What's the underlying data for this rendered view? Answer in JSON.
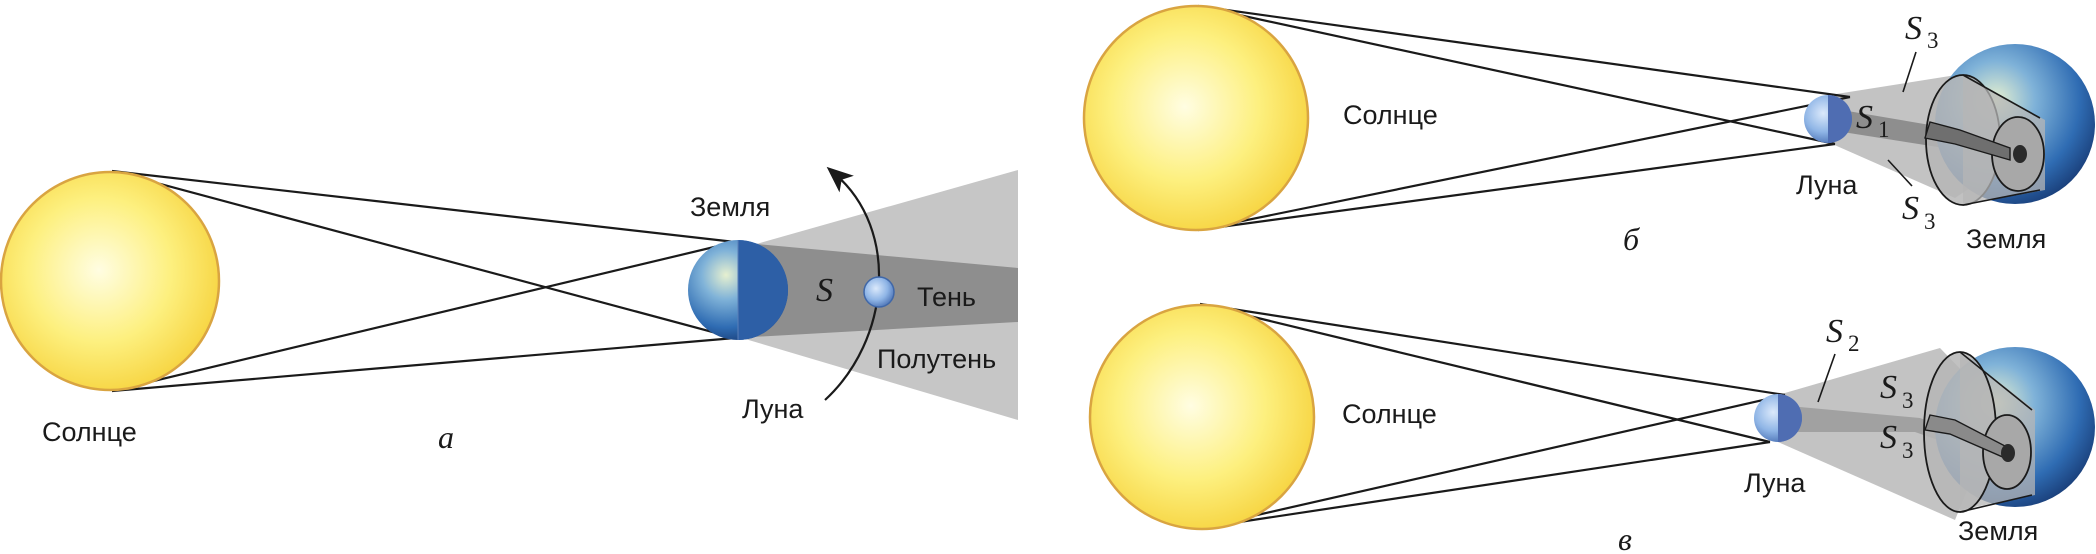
{
  "panel_a": {
    "letter": "а",
    "sun_label": "Солнце",
    "earth_label": "Земля",
    "moon_label": "Луна",
    "umbra_symbol": "S",
    "umbra_label": "Тень",
    "penumbra_label": "Полутень"
  },
  "panel_b": {
    "letter": "б",
    "sun_label": "Солнце",
    "moon_label": "Луна",
    "earth_label": "Земля",
    "umbra_symbol": "S",
    "umbra_index": "1",
    "penumbra_symbol_top": "S",
    "penumbra_index_top": "3",
    "penumbra_symbol_bottom": "S",
    "penumbra_index_bottom": "3"
  },
  "panel_v": {
    "letter": "в",
    "sun_label": "Солнце",
    "moon_label": "Луна",
    "earth_label": "Земля",
    "antumbra_symbol": "S",
    "antumbra_index": "2",
    "penumbra_symbol_top": "S",
    "penumbra_index_top": "3",
    "penumbra_symbol_bottom": "S",
    "penumbra_index_bottom": "3"
  },
  "colors": {
    "sun_fill": "#fbe97a",
    "sun_edge": "#d9a441",
    "penumbra": "#c4c4c4",
    "umbra": "#8f8f8f",
    "earth_blue": "#2f6cb3",
    "moon_blue": "#6f9bd6"
  }
}
